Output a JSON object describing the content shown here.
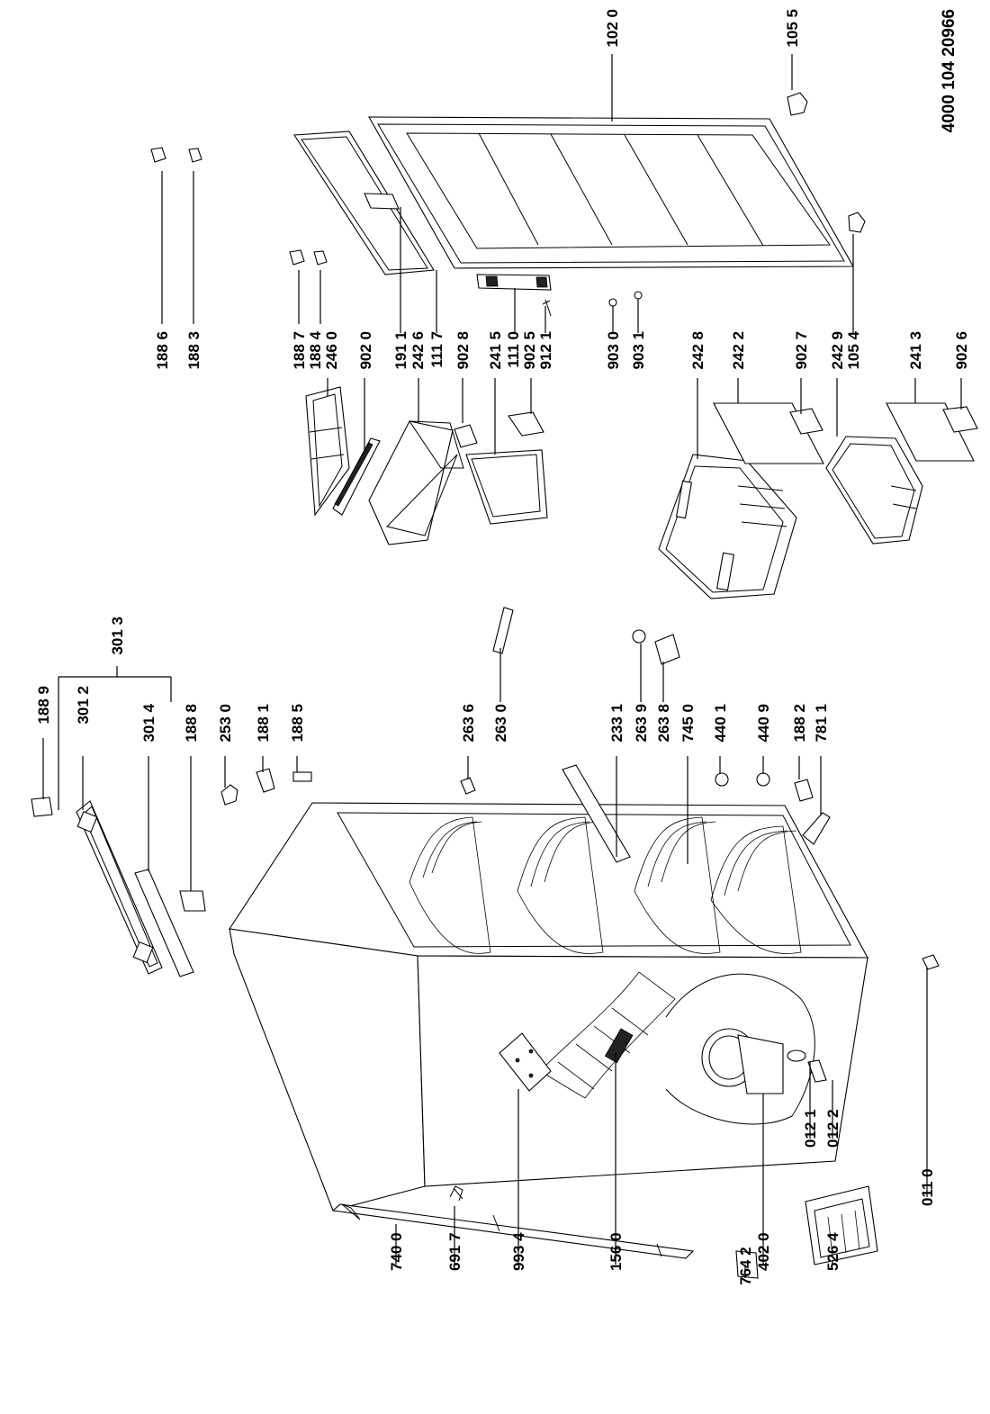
{
  "document_number": "4000 104 20966",
  "labels": {
    "l_1020": "102 0",
    "l_1055": "105 5",
    "l_1886": "188 6",
    "l_1883": "188 3",
    "l_1887": "188 7",
    "l_1884": "188 4",
    "l_2460": "246 0",
    "l_9020": "902 0",
    "l_1911": "191 1",
    "l_2426": "242 6",
    "l_1117": "111 7",
    "l_9028": "902 8",
    "l_2415": "241 5",
    "l_1110": "111 0",
    "l_9025": "902 5",
    "l_9121": "912 1",
    "l_9030": "903 0",
    "l_9031": "903 1",
    "l_2428": "242 8",
    "l_2422": "242 2",
    "l_9027": "902 7",
    "l_2429": "242 9",
    "l_1054": "105 4",
    "l_2413": "241 3",
    "l_9026": "902 6",
    "l_3013": "301 3",
    "l_1889": "188 9",
    "l_3012": "301 2",
    "l_3014": "301 4",
    "l_1888": "188 8",
    "l_2530": "253 0",
    "l_1881": "188 1",
    "l_1885": "188 5",
    "l_2636": "263 6",
    "l_2630": "263 0",
    "l_2331": "233 1",
    "l_2639": "263 9",
    "l_2638": "263 8",
    "l_7450": "745 0",
    "l_4401": "440 1",
    "l_4409": "440 9",
    "l_1882": "188 2",
    "l_7811": "781 1",
    "l_0121": "012 1",
    "l_0122": "012 2",
    "l_0110": "011 0",
    "l_7400": "740 0",
    "l_6917": "691 7",
    "l_9934": "993 4",
    "l_1560": "156 0",
    "l_7642": "764 2",
    "l_4020": "402 0",
    "l_5264": "526 4"
  }
}
